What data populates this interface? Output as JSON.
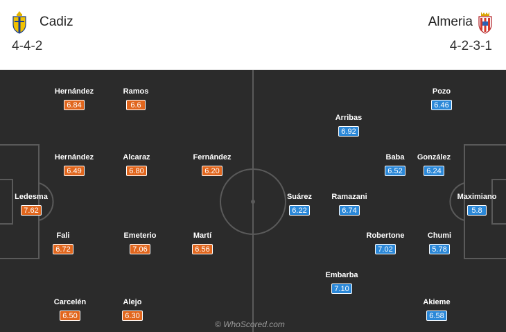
{
  "home": {
    "name": "Cadiz",
    "formation": "4-4-2",
    "crest_icon": "cadiz-crest-icon",
    "color": "#e1661d",
    "players": [
      {
        "name": "Hernández",
        "rating": "6.84"
      },
      {
        "name": "Ramos",
        "rating": "6.6"
      },
      {
        "name": "Hernández",
        "rating": "6.49"
      },
      {
        "name": "Alcaraz",
        "rating": "6.80"
      },
      {
        "name": "Fernández",
        "rating": "6.20"
      },
      {
        "name": "Ledesma",
        "rating": "7.62"
      },
      {
        "name": "Fali",
        "rating": "6.72"
      },
      {
        "name": "Emeterio",
        "rating": "7.06"
      },
      {
        "name": "Martí",
        "rating": "6.56"
      },
      {
        "name": "Carcelén",
        "rating": "6.50"
      },
      {
        "name": "Alejo",
        "rating": "6.30"
      }
    ]
  },
  "away": {
    "name": "Almeria",
    "formation": "4-2-3-1",
    "crest_icon": "almeria-crest-icon",
    "color": "#2b88d8",
    "players": [
      {
        "name": "Pozo",
        "rating": "6.46"
      },
      {
        "name": "Arribas",
        "rating": "6.92"
      },
      {
        "name": "Baba",
        "rating": "6.52"
      },
      {
        "name": "González",
        "rating": "6.24"
      },
      {
        "name": "Suárez",
        "rating": "6.22"
      },
      {
        "name": "Ramazani",
        "rating": "6.74"
      },
      {
        "name": "Maximiano",
        "rating": "5.8"
      },
      {
        "name": "Robertone",
        "rating": "7.02"
      },
      {
        "name": "Chumi",
        "rating": "5.78"
      },
      {
        "name": "Embarba",
        "rating": "7.10"
      },
      {
        "name": "Akieme",
        "rating": "6.58"
      }
    ]
  },
  "watermark": "© WhoScored.com",
  "pitch_color": "#2b2b2b"
}
